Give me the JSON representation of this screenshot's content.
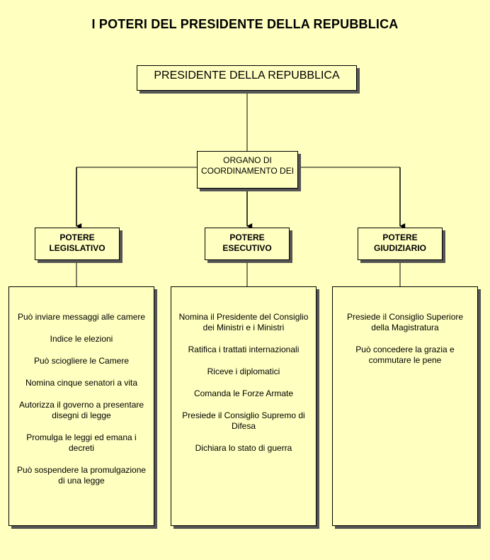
{
  "title": "I POTERI DEL PRESIDENTE DELLA REPUBBLICA",
  "president": "PRESIDENTE DELLA REPUBBLICA",
  "organo": "ORGANO DI COORDINAMENTO DEI",
  "powers": {
    "legislativo": {
      "label": "POTERE LEGISLATIVO"
    },
    "esecutivo": {
      "label": "POTERE ESECUTIVO"
    },
    "giudiziario": {
      "label": "POTERE GIUDIZIARIO"
    }
  },
  "details": {
    "legislativo": [
      "Può inviare messaggi alle camere",
      "Indice le elezioni",
      "Può sciogliere le Camere",
      "Nomina cinque senatori a vita",
      "Autorizza il governo a presentare disegni di legge",
      "Promulga le leggi ed emana i decreti",
      "Può sospendere la promulgazione di una legge"
    ],
    "esecutivo": [
      "Nomina il Presidente del Consiglio dei Ministri e i Ministri",
      "Ratifica i trattati internazionali",
      "Riceve i diplomatici",
      "Comanda le Forze Armate",
      "Presiede il Consiglio Supremo di Difesa",
      "Dichiara lo stato di guerra"
    ],
    "giudiziario": [
      "Presiede il Consiglio Superiore della Magistratura",
      "Può concedere la grazia e commutare le pene"
    ]
  }
}
